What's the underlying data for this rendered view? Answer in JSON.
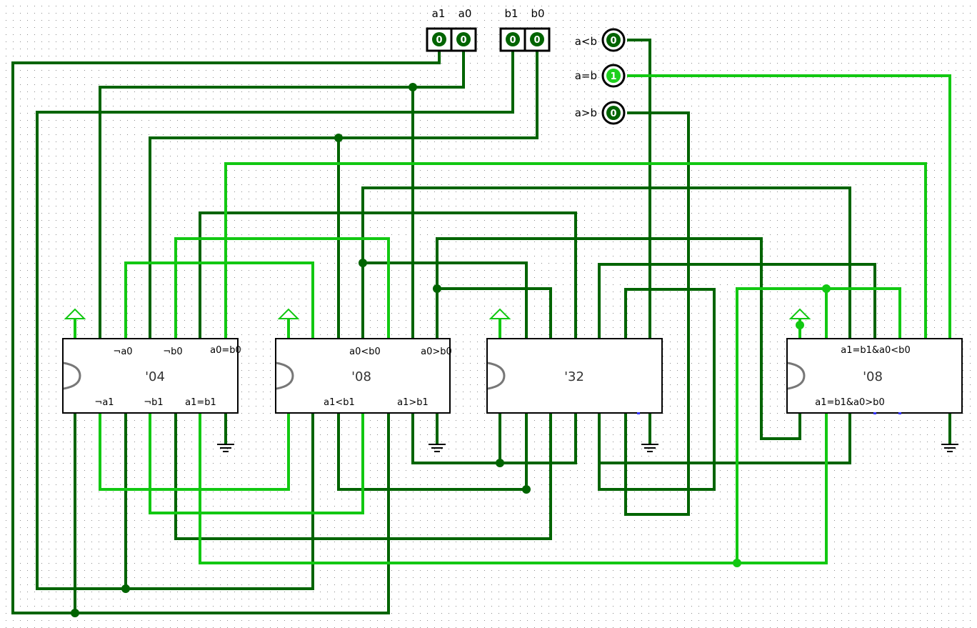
{
  "inputs": {
    "groups": [
      {
        "labels": [
          "a1",
          "a0"
        ],
        "bits": [
          "0",
          "0"
        ]
      },
      {
        "labels": [
          "b1",
          "b0"
        ],
        "bits": [
          "0",
          "0"
        ]
      }
    ]
  },
  "outputs": [
    {
      "label": "a<b",
      "value": "0",
      "active": false
    },
    {
      "label": "a=b",
      "value": "1",
      "active": true
    },
    {
      "label": "a>b",
      "value": "0",
      "active": false
    }
  ],
  "chips": [
    {
      "title": "'04",
      "top_labels": [
        "¬a0",
        "¬b0",
        "a0=b0"
      ],
      "bottom_labels": [
        "¬a1",
        "¬b1",
        "a1=b1"
      ]
    },
    {
      "title": "'08",
      "top_labels": [
        "a0<b0",
        "a0>b0"
      ],
      "bottom_labels": [
        "a1<b1",
        "a1>b1"
      ]
    },
    {
      "title": "'32",
      "top_labels": [],
      "bottom_labels": []
    },
    {
      "title": "'08",
      "top_labels": [
        "a1=b1&a0<b0"
      ],
      "bottom_labels": [
        "a1=b1&a0>b0"
      ]
    }
  ],
  "colors": {
    "wire_low": "#006400",
    "wire_high": "#12c812",
    "led_on": "#1ed01e",
    "led_off": "#006400"
  }
}
